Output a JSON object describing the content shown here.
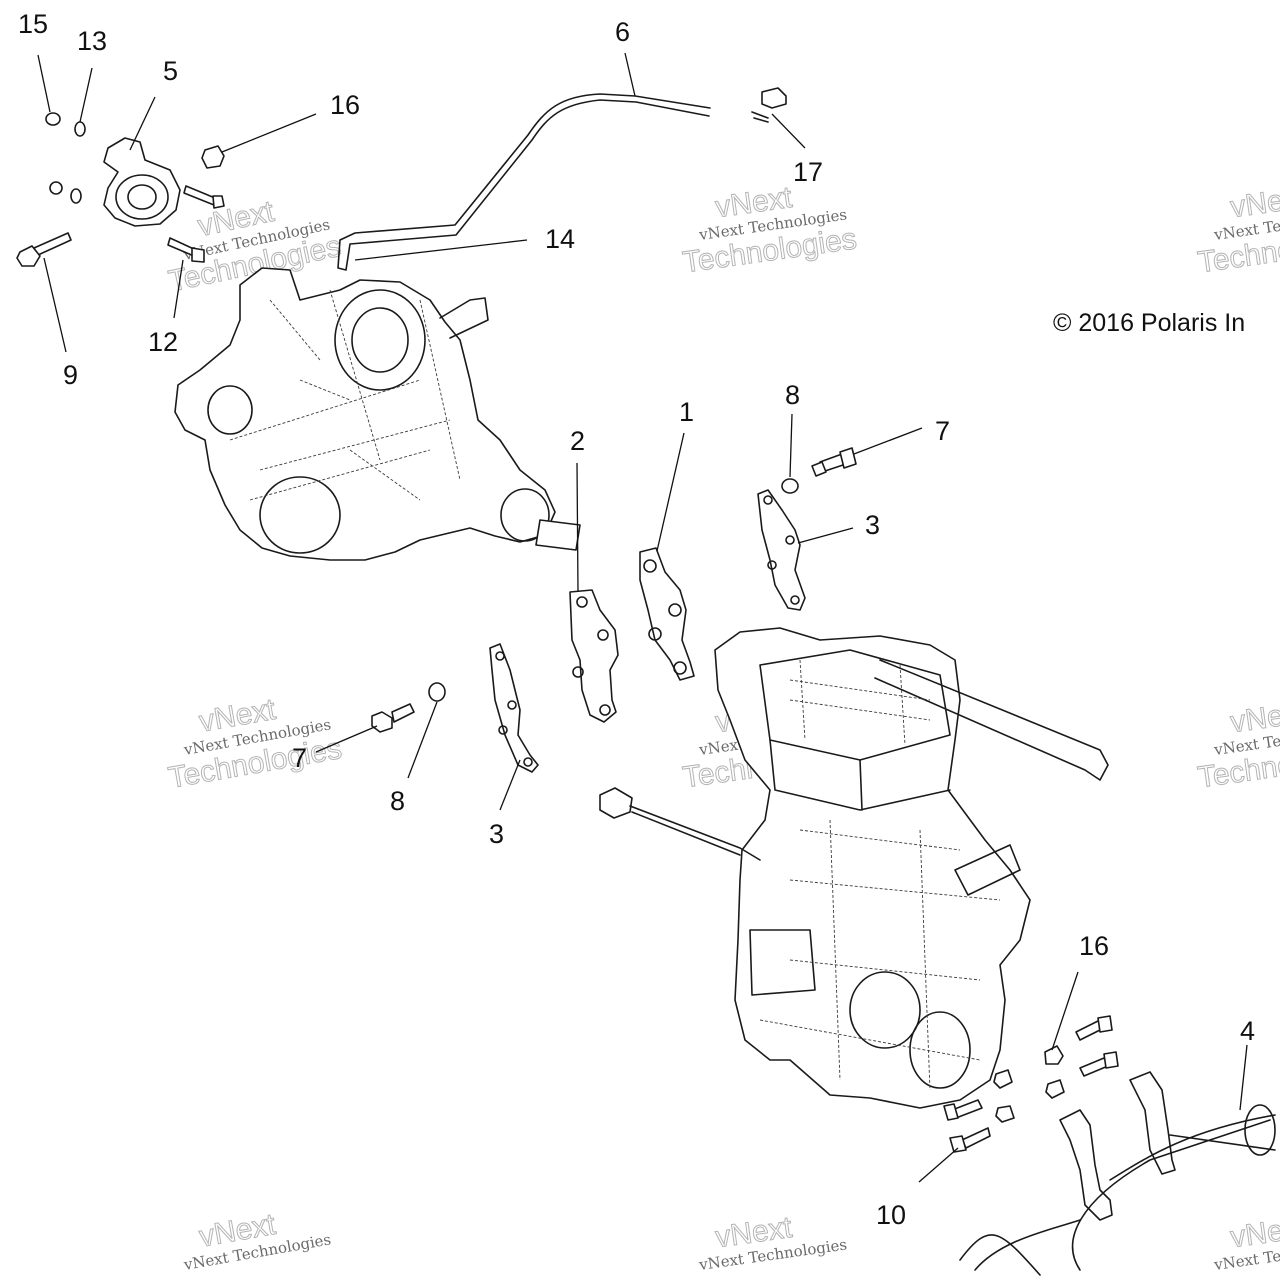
{
  "copyright": "© 2016 Polaris In",
  "watermark": {
    "line1": "vNext Technologies",
    "line2": "vNext",
    "line3": "Technologies"
  },
  "callouts": [
    {
      "label": "15"
    },
    {
      "label": "13"
    },
    {
      "label": "5"
    },
    {
      "label": "16"
    },
    {
      "label": "6"
    },
    {
      "label": "17"
    },
    {
      "label": "14"
    },
    {
      "label": "12"
    },
    {
      "label": "9"
    },
    {
      "label": "2"
    },
    {
      "label": "1"
    },
    {
      "label": "8"
    },
    {
      "label": "7"
    },
    {
      "label": "3"
    },
    {
      "label": "7"
    },
    {
      "label": "8"
    },
    {
      "label": "3"
    },
    {
      "label": "16"
    },
    {
      "label": "4"
    },
    {
      "label": "10"
    }
  ]
}
